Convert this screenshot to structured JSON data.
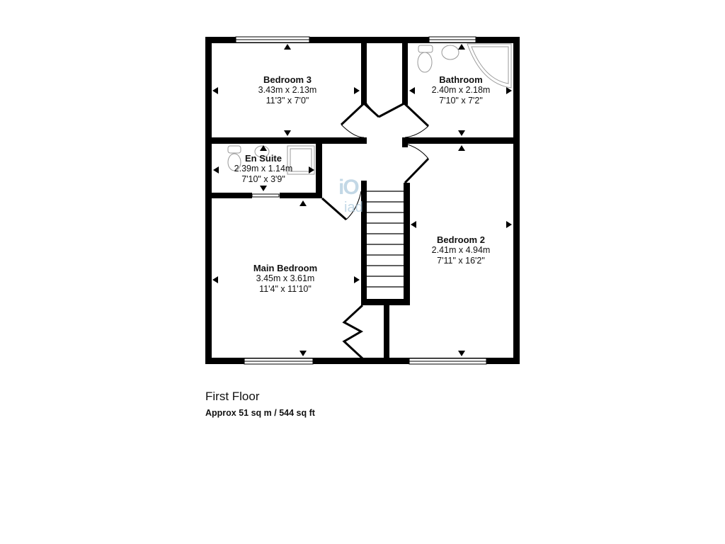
{
  "floor": {
    "name": "First Floor",
    "area": "Approx 51 sq m / 544 sq ft"
  },
  "watermark": {
    "logo": "iO",
    "text": "iad"
  },
  "rooms": {
    "bedroom3": {
      "name": "Bedroom 3",
      "metric": "3.43m x 2.13m",
      "imperial": "11'3\" x 7'0\""
    },
    "bathroom": {
      "name": "Bathroom",
      "metric": "2.40m x 2.18m",
      "imperial": "7'10\" x 7'2\""
    },
    "ensuite": {
      "name": "En Suite",
      "metric": "2.39m x 1.14m",
      "imperial": "7'10\" x 3'9\""
    },
    "main_bedroom": {
      "name": "Main Bedroom",
      "metric": "3.45m x 3.61m",
      "imperial": "11'4\" x 11'10\""
    },
    "bedroom2": {
      "name": "Bedroom 2",
      "metric": "2.41m x 4.94m",
      "imperial": "7'11\" x 16'2\""
    }
  },
  "colors": {
    "wall": "#000000",
    "background": "#ffffff",
    "watermark": "#aac8dc",
    "fixture": "#999999"
  }
}
